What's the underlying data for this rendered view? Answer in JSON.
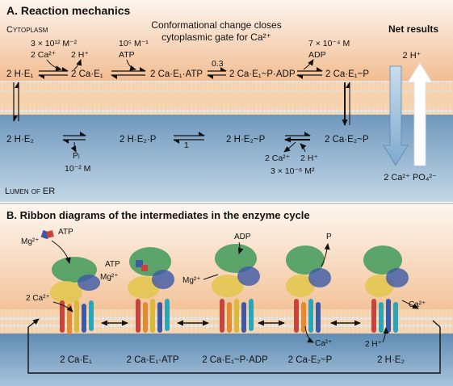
{
  "panel_a": {
    "title": "A. Reaction mechanics",
    "cytoplasm_label": "Cytoplasm",
    "lumen_label": "Lumen of ER",
    "annotation": [
      "Conformational change closes",
      "cytoplasmic gate for Ca²⁺"
    ],
    "states_top": [
      "2 H·E₁",
      "2 Ca·E₁",
      "2 Ca·E₁·ATP",
      "2 Ca·E₁~P·ADP",
      "2 Ca·E₁~P"
    ],
    "states_bottom": [
      "2 H·E₂",
      "2 H·E₂·P",
      "2 H·E₂~P",
      "2 Ca·E₂~P"
    ],
    "ligands": {
      "ca_binding_constant": "3 × 10¹² M⁻²",
      "ca_in": "2 Ca²⁺",
      "h_out": "2 H⁺",
      "atp_constant": "10⁵ M⁻¹",
      "atp": "ATP",
      "rate_const": "0.3",
      "adp_constant": "7 × 10⁻⁴ M",
      "adp": "ADP",
      "pi": "Pᵢ",
      "pi_constant": "10⁻² M",
      "k_e2": "1",
      "lumen_ca": "2 Ca²⁺",
      "lumen_h": "2 H⁺",
      "lumen_constant": "3 × 10⁻⁶ M²"
    },
    "net_results": {
      "title": "Net results",
      "proton": "2 H⁺",
      "products": "2 Ca²⁺ PO₄²⁻"
    }
  },
  "panel_b": {
    "title": "B. Ribbon diagrams of the intermediates in the enzyme cycle",
    "labels": {
      "mg": "Mg²⁺",
      "atp": "ATP",
      "adp": "ADP",
      "p": "P",
      "ca": "Ca²⁺",
      "two_ca": "2 Ca²⁺",
      "two_h": "2 H⁺"
    },
    "intermediates": [
      "2 Ca·E₁",
      "2 Ca·E₁·ATP",
      "2 Ca·E₁~P·ADP",
      "2 Ca·E₂~P",
      "2 H·E₂"
    ]
  },
  "colors": {
    "cytoplasm": "#f3c79e",
    "membrane": "#f6d2a8",
    "lumen": "#8fb4d2",
    "phosphate": "#d4c21a",
    "arrow_blue": "#9bbfdc",
    "helix_green": "#3f9a5b",
    "helix_yellow": "#e3c64b",
    "helix_blue": "#3c59a8",
    "helix_red": "#c8443b",
    "helix_cyan": "#2aa6b8"
  }
}
